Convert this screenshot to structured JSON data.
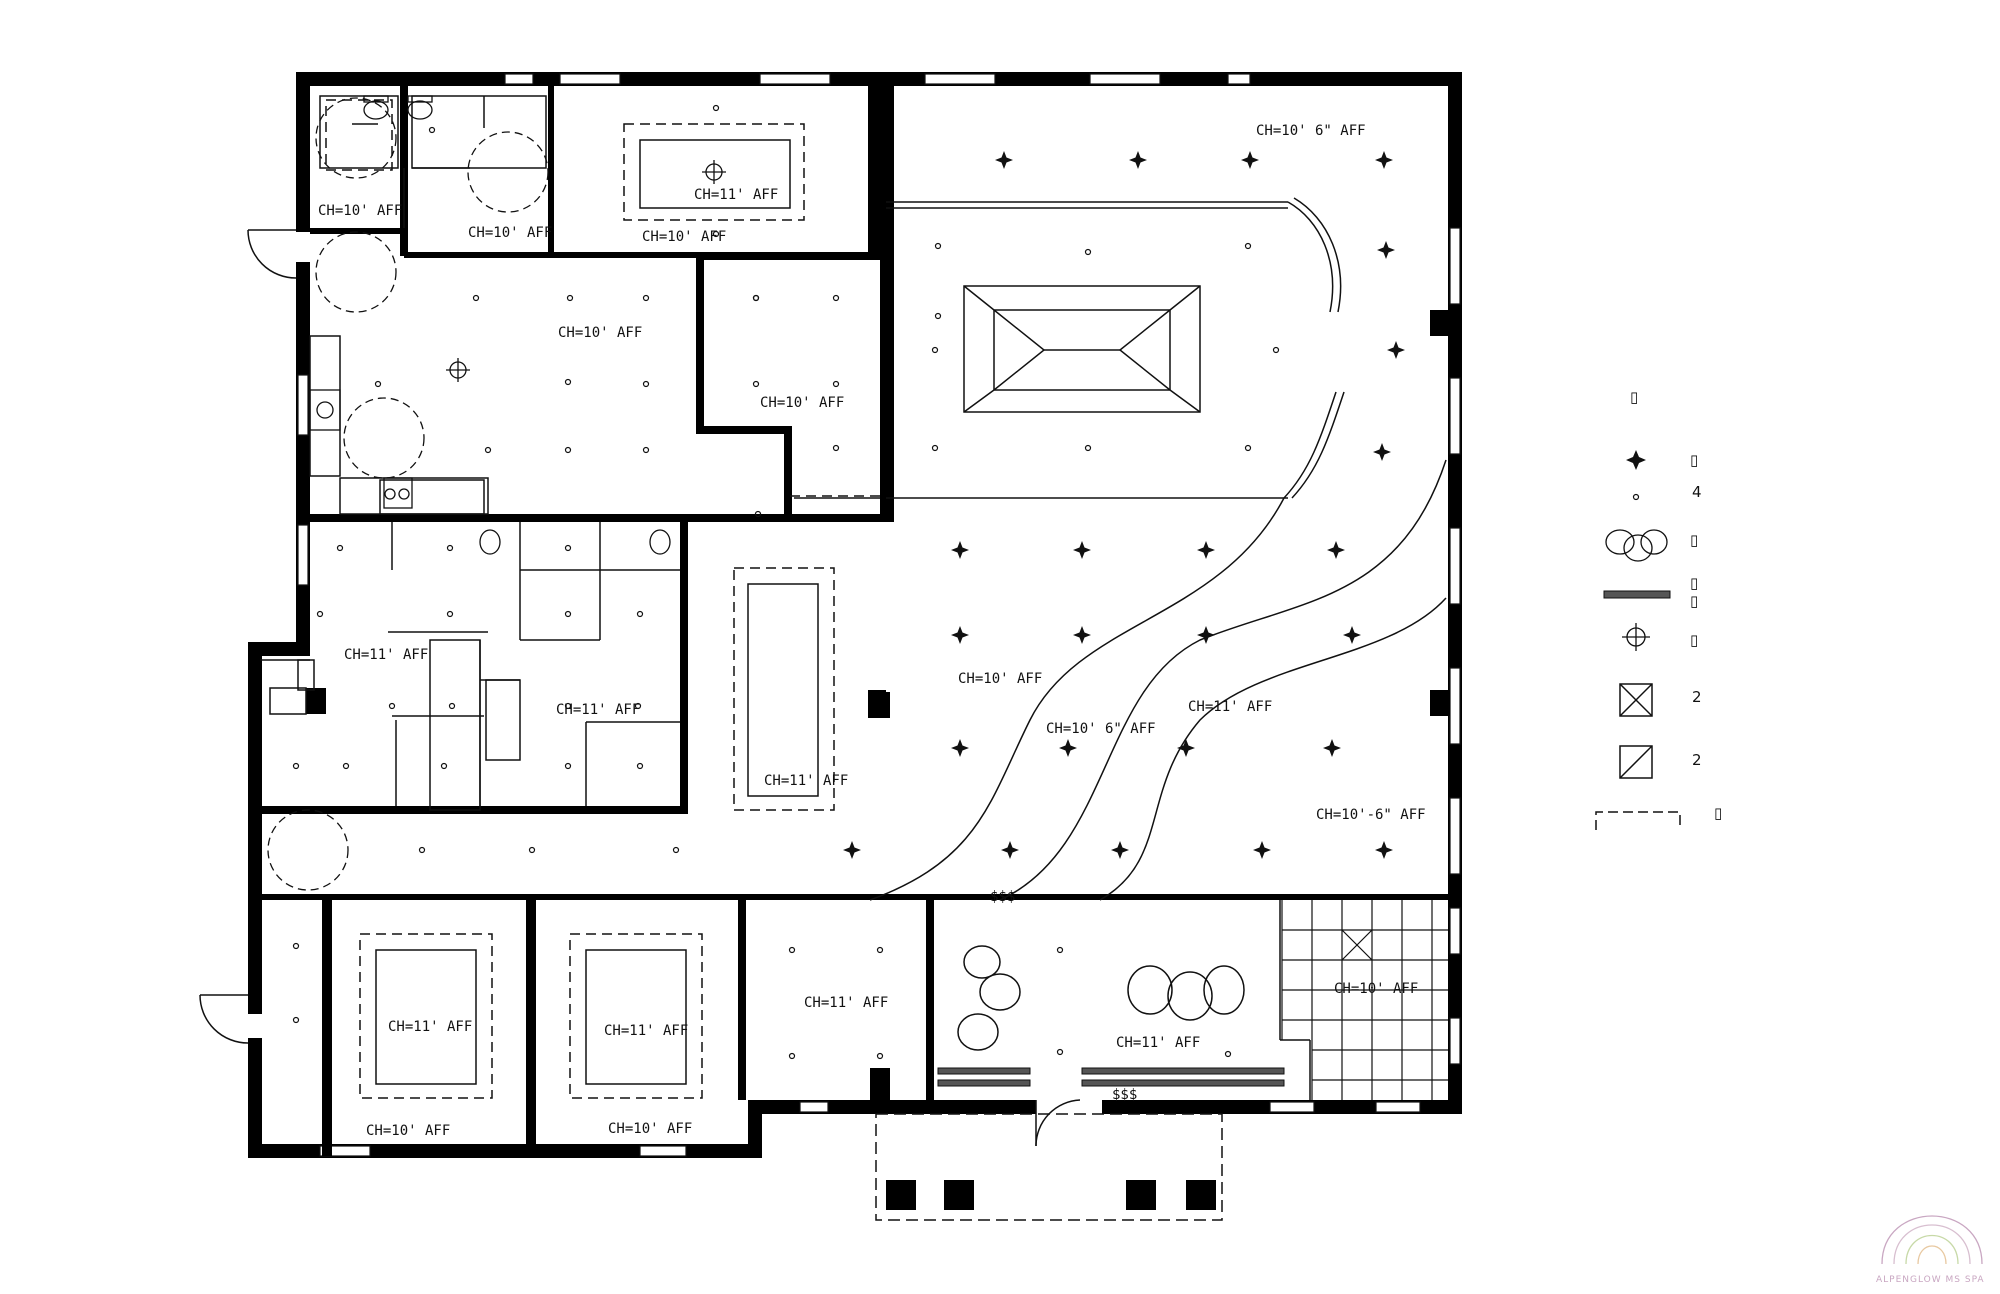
{
  "plan": {
    "ceiling_labels": [
      {
        "id": "bath-a",
        "text": "CH=10' AFF"
      },
      {
        "id": "bath-b",
        "text": "CH=10' AFF"
      },
      {
        "id": "vault-inner",
        "text": "CH=11' AFF"
      },
      {
        "id": "vault-outer",
        "text": "CH=10' AFF"
      },
      {
        "id": "lounge-top",
        "text": "CH=10' 6\" AFF"
      },
      {
        "id": "kitchen",
        "text": "CH=10' AFF"
      },
      {
        "id": "office",
        "text": "CH=10' AFF"
      },
      {
        "id": "suite-west",
        "text": "CH=11' AFF"
      },
      {
        "id": "suite-east",
        "text": "CH=11' AFF"
      },
      {
        "id": "island",
        "text": "CH=11' AFF"
      },
      {
        "id": "lounge-main",
        "text": "CH=10' AFF"
      },
      {
        "id": "wave-1",
        "text": "CH=10' 6\" AFF"
      },
      {
        "id": "wave-2",
        "text": "CH=11' AFF"
      },
      {
        "id": "lounge-east",
        "text": "CH=10'-6\" AFF"
      },
      {
        "id": "room-1-inner",
        "text": "CH=11' AFF"
      },
      {
        "id": "room-2-inner",
        "text": "CH=11' AFF"
      },
      {
        "id": "room-3",
        "text": "CH=11' AFF"
      },
      {
        "id": "reception",
        "text": "CH=11' AFF"
      },
      {
        "id": "stair",
        "text": "CH=10' AFF"
      },
      {
        "id": "room-1-outer",
        "text": "CH=10' AFF"
      },
      {
        "id": "room-2-outer",
        "text": "CH=10' AFF"
      }
    ],
    "device_tags": [
      {
        "id": "tag-lounge",
        "text": "$$$"
      },
      {
        "id": "tag-entry",
        "text": "$$$"
      }
    ]
  },
  "legend": {
    "title": "▯",
    "items": [
      {
        "symbol": "star-light-icon",
        "label": "▯"
      },
      {
        "symbol": "downlight-dot-icon",
        "label": "4"
      },
      {
        "symbol": "pendant-cluster-icon",
        "label": "▯"
      },
      {
        "symbol": "linear-light-icon",
        "label": "▯\n▯"
      },
      {
        "symbol": "ceiling-fan-icon",
        "label": "▯"
      },
      {
        "symbol": "exhaust-fan-x-icon",
        "label": "2"
      },
      {
        "symbol": "return-grille-icon",
        "label": "2"
      },
      {
        "symbol": "cove-light-icon",
        "label": "▯"
      }
    ]
  },
  "logo": {
    "text": "ALPENGLOW MS SPA"
  },
  "colors": {
    "wall": "#000000",
    "line": "#111111",
    "logo": "#c9a7c2"
  }
}
